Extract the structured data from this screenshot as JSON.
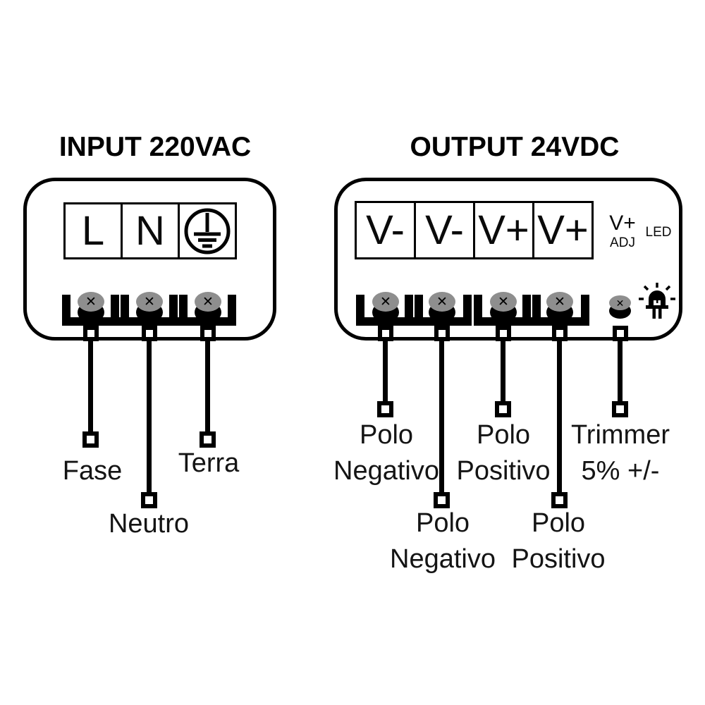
{
  "input": {
    "title": "INPUT 220VAC",
    "terminals": [
      "L",
      "N"
    ],
    "wires": [
      {
        "label": "Fase"
      },
      {
        "label": "Neutro"
      },
      {
        "label": "Terra"
      }
    ]
  },
  "output": {
    "title": "OUTPUT 24VDC",
    "terminals": [
      "V-",
      "V-",
      "V+",
      "V+"
    ],
    "adjust": {
      "label": "V+",
      "sublabel": "ADJ"
    },
    "led_label": "LED",
    "wires": [
      {
        "line1": "Polo",
        "line2": "Negativo"
      },
      {
        "line1": "Polo",
        "line2": "Negativo"
      },
      {
        "line1": "Polo",
        "line2": "Positivo"
      },
      {
        "line1": "Polo",
        "line2": "Positivo"
      },
      {
        "line1": "Trimmer",
        "line2": "5% +/-"
      }
    ]
  },
  "icons": {
    "screw_glyph": "✕",
    "ground": "protective-earth-icon",
    "led": "led-icon"
  },
  "colors": {
    "line": "#000000",
    "screw_gray": "#8e8e8e",
    "background": "#ffffff",
    "label_text": "#141414"
  }
}
